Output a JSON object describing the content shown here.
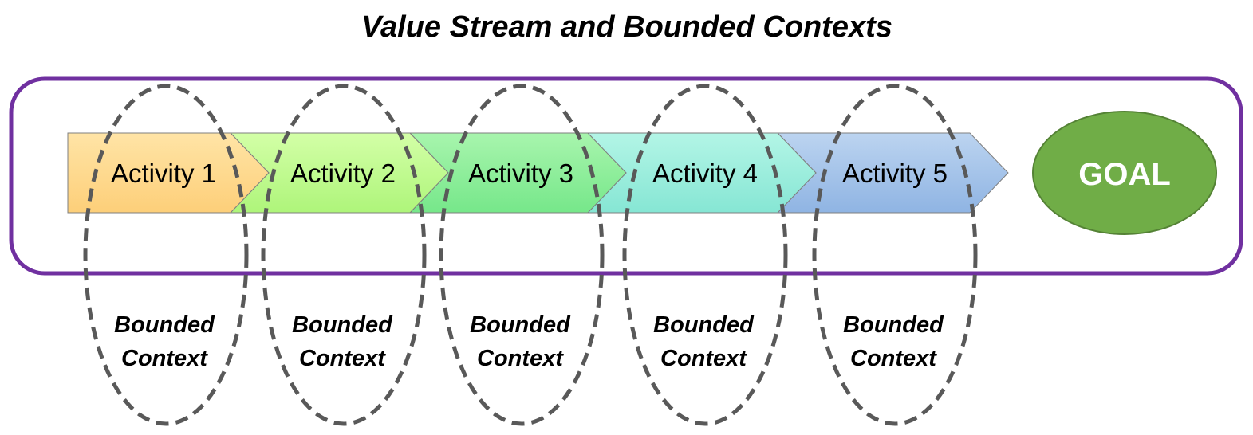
{
  "title": "Value Stream and Bounded Contexts",
  "activities": [
    {
      "label": "Activity 1",
      "color_top": "#ffe4a6",
      "color_bottom": "#fdcf79"
    },
    {
      "label": "Activity 2",
      "color_top": "#d3ffa7",
      "color_bottom": "#aef57a"
    },
    {
      "label": "Activity 3",
      "color_top": "#a8f5ad",
      "color_bottom": "#76e78a"
    },
    {
      "label": "Activity 4",
      "color_top": "#b3f5e6",
      "color_bottom": "#86e6d4"
    },
    {
      "label": "Activity 5",
      "color_top": "#bcd4f0",
      "color_bottom": "#8fb4e3"
    }
  ],
  "goal": {
    "label": "GOAL",
    "fill": "#70ad47",
    "stroke": "#548235"
  },
  "bounded_contexts": [
    {
      "line1": "Bounded",
      "line2": "Context"
    },
    {
      "line1": "Bounded",
      "line2": "Context"
    },
    {
      "line1": "Bounded",
      "line2": "Context"
    },
    {
      "line1": "Bounded",
      "line2": "Context"
    },
    {
      "line1": "Bounded",
      "line2": "Context"
    }
  ],
  "colors": {
    "value_stream_border": "#7030a0",
    "dashed_ellipse": "#595959",
    "arrow_outline": "#7f7f7f"
  }
}
